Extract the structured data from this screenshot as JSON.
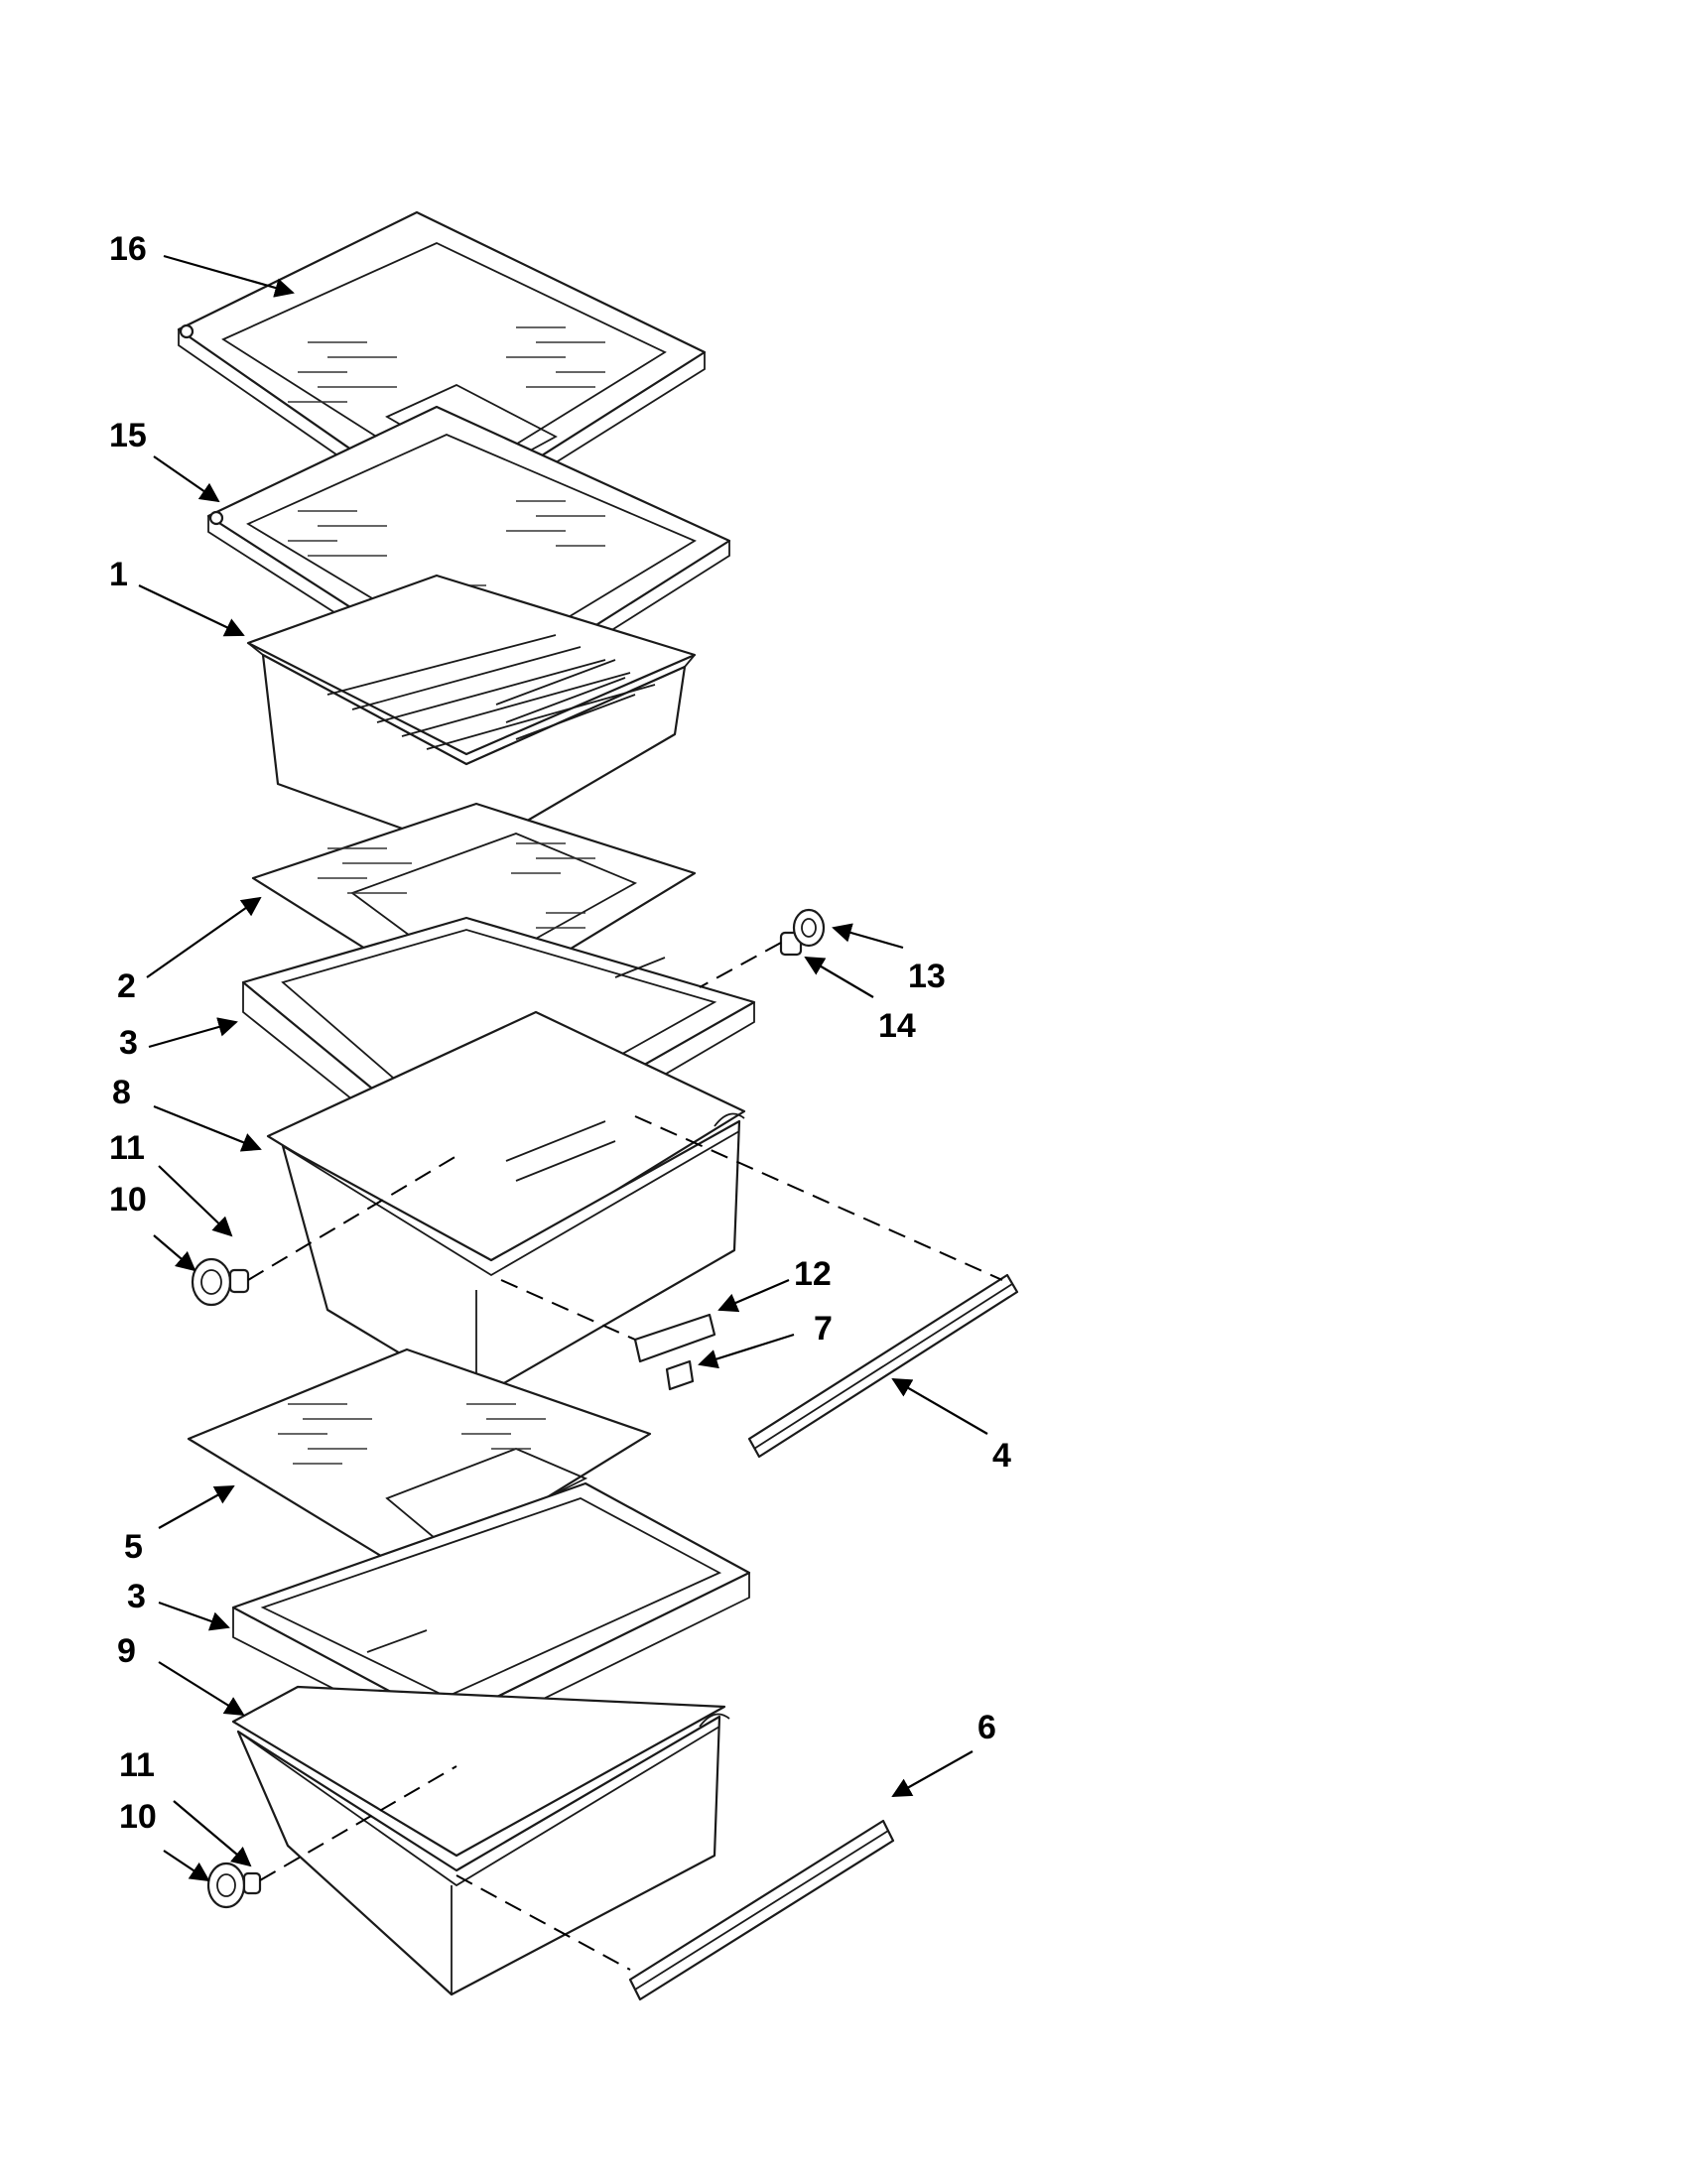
{
  "diagram": {
    "callouts": [
      {
        "id": "c16",
        "label": "16"
      },
      {
        "id": "c15",
        "label": "15"
      },
      {
        "id": "c1",
        "label": "1"
      },
      {
        "id": "c2",
        "label": "2"
      },
      {
        "id": "c3a",
        "label": "3"
      },
      {
        "id": "c8",
        "label": "8"
      },
      {
        "id": "c11a",
        "label": "11"
      },
      {
        "id": "c10a",
        "label": "10"
      },
      {
        "id": "c13",
        "label": "13"
      },
      {
        "id": "c14",
        "label": "14"
      },
      {
        "id": "c12",
        "label": "12"
      },
      {
        "id": "c7",
        "label": "7"
      },
      {
        "id": "c4",
        "label": "4"
      },
      {
        "id": "c5",
        "label": "5"
      },
      {
        "id": "c3b",
        "label": "3"
      },
      {
        "id": "c9",
        "label": "9"
      },
      {
        "id": "c6",
        "label": "6"
      },
      {
        "id": "c11b",
        "label": "11"
      },
      {
        "id": "c10b",
        "label": "10"
      }
    ]
  }
}
